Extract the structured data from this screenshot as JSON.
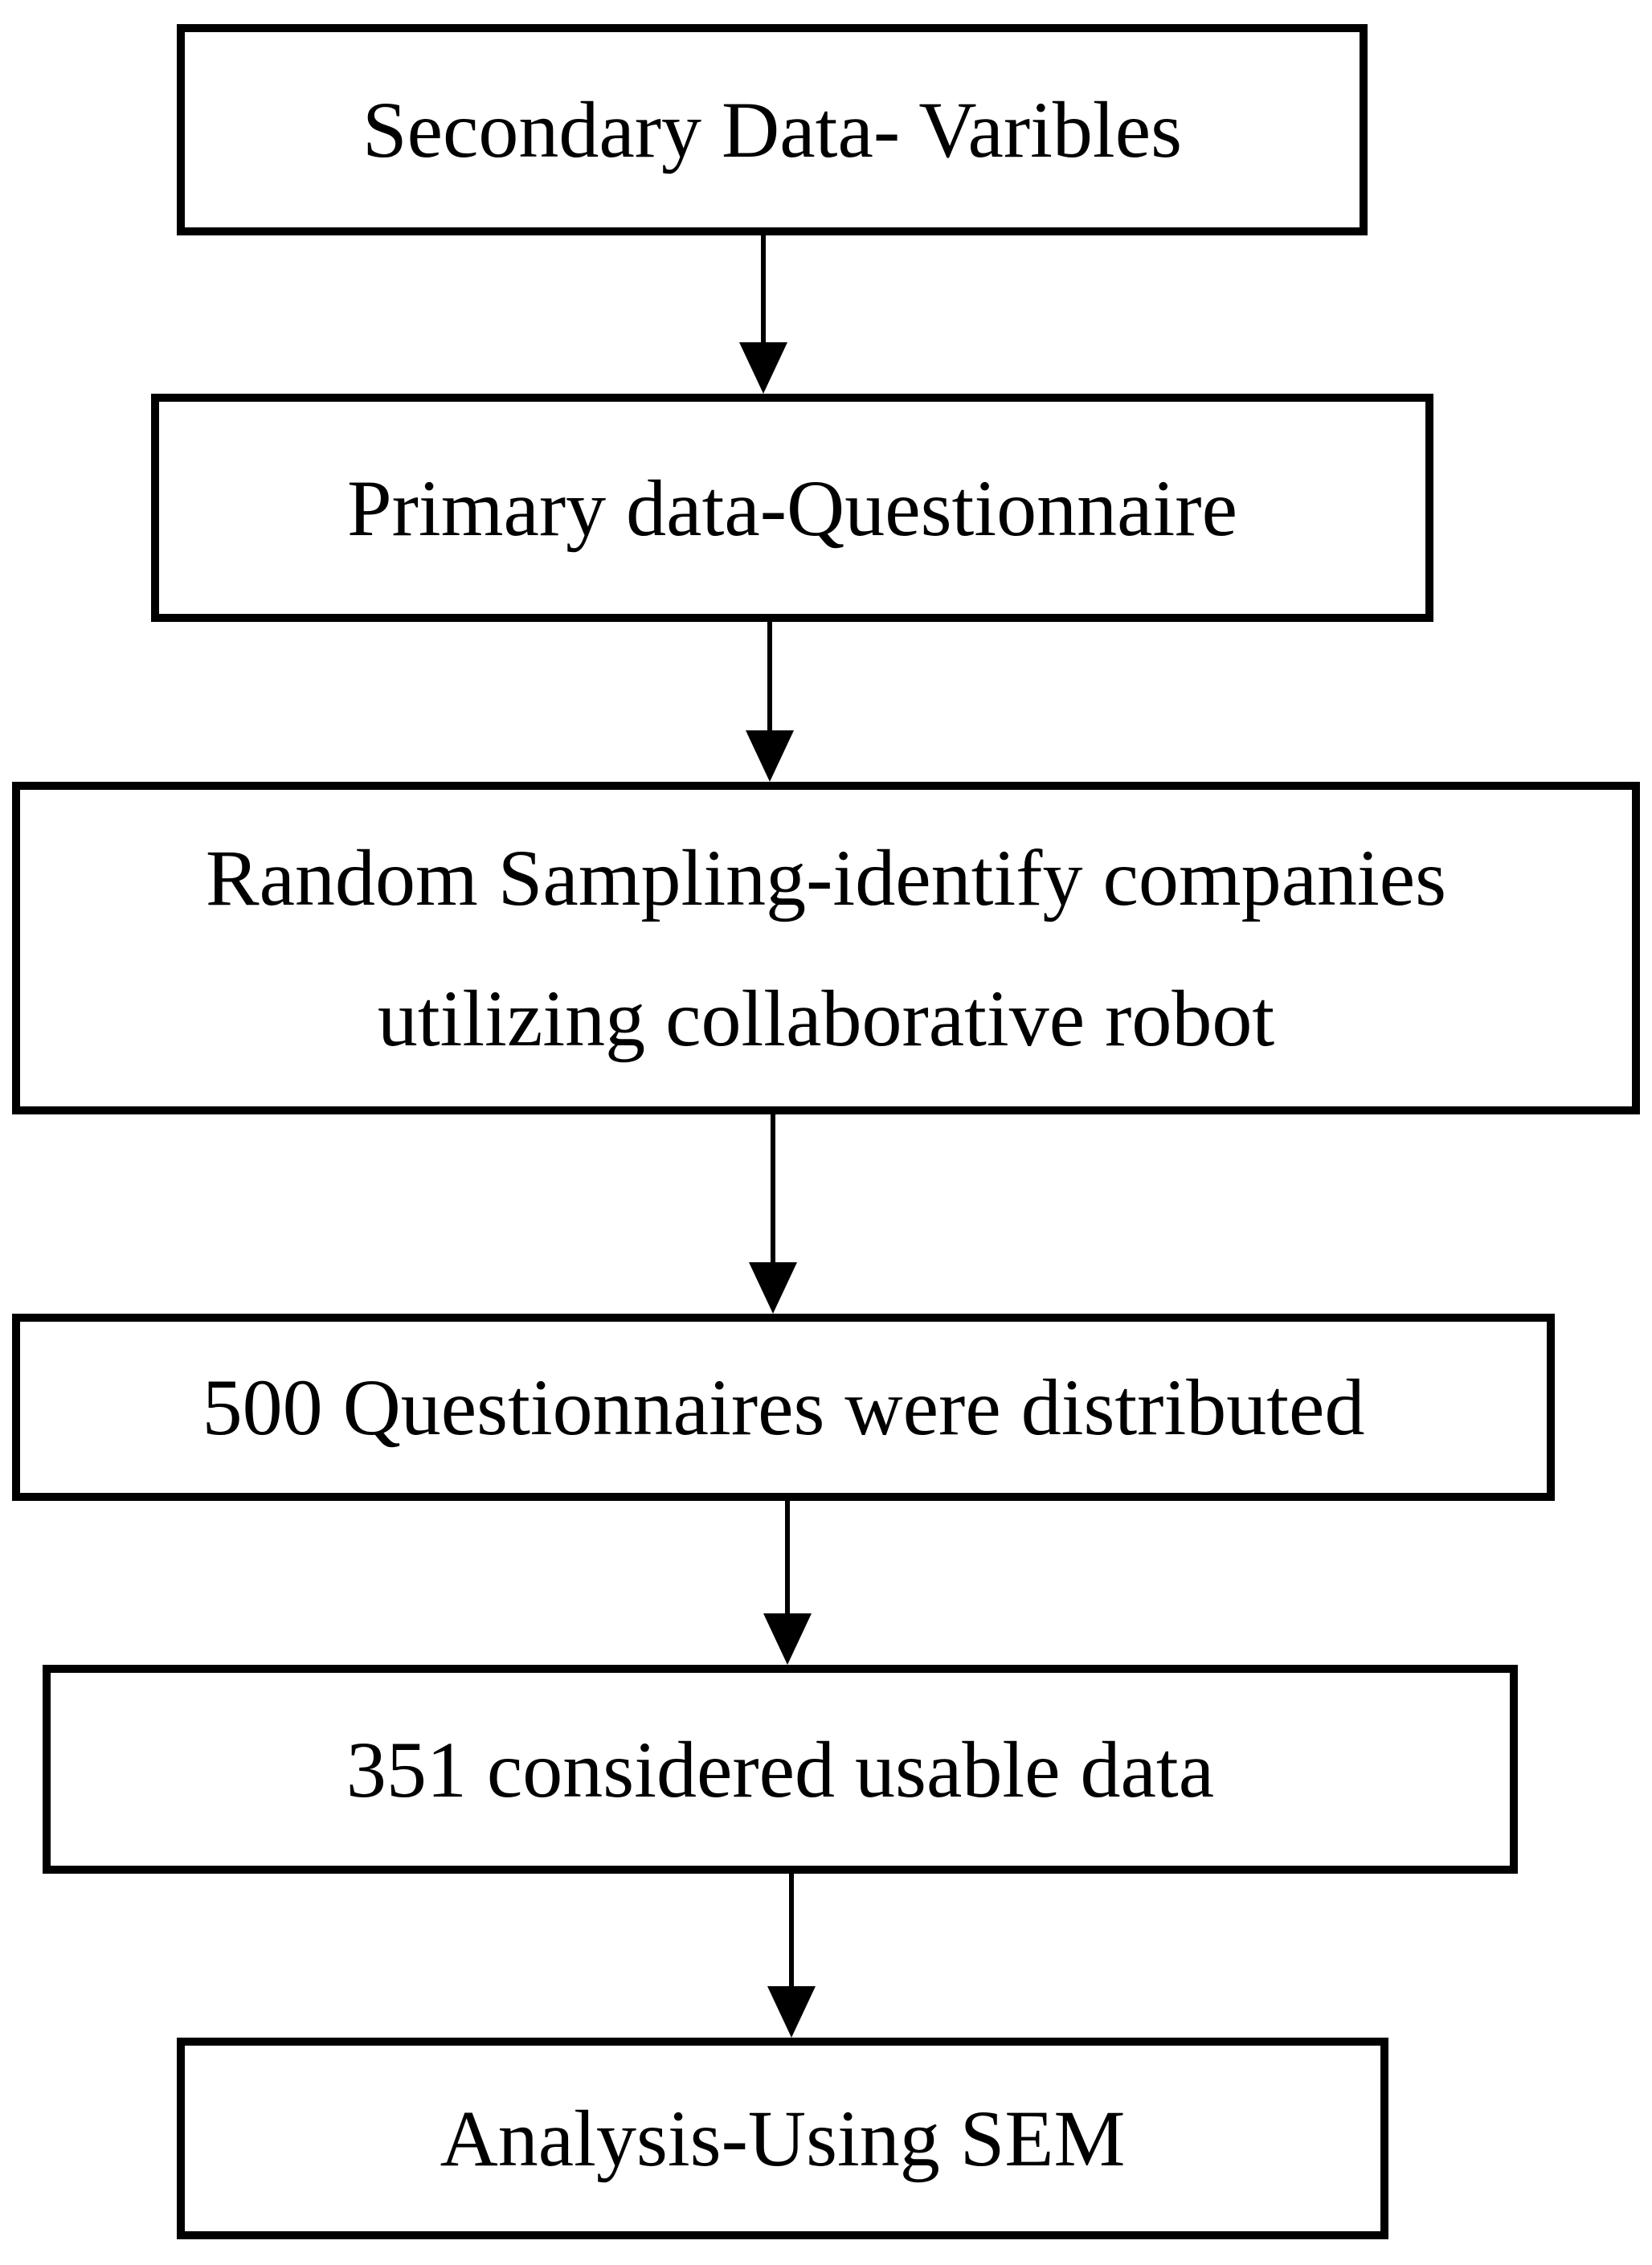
{
  "diagram": {
    "type": "flowchart",
    "colors": {
      "background": "#ffffff",
      "border": "#000000",
      "text": "#000000",
      "arrow": "#000000"
    },
    "boxes": [
      {
        "label": "Secondary Data- Varibles"
      },
      {
        "label": "Primary data-Questionnaire"
      },
      {
        "label": [
          "Random Sampling-identify companies",
          "utilizing collaborative robot"
        ]
      },
      {
        "label": "500 Questionnaires were distributed"
      },
      {
        "label": "351 considered usable data"
      },
      {
        "label": "Analysis-Using SEM"
      }
    ],
    "connections": [
      {
        "from": 0,
        "to": 1
      },
      {
        "from": 1,
        "to": 2
      },
      {
        "from": 2,
        "to": 3
      },
      {
        "from": 3,
        "to": 4
      },
      {
        "from": 4,
        "to": 5
      }
    ]
  }
}
